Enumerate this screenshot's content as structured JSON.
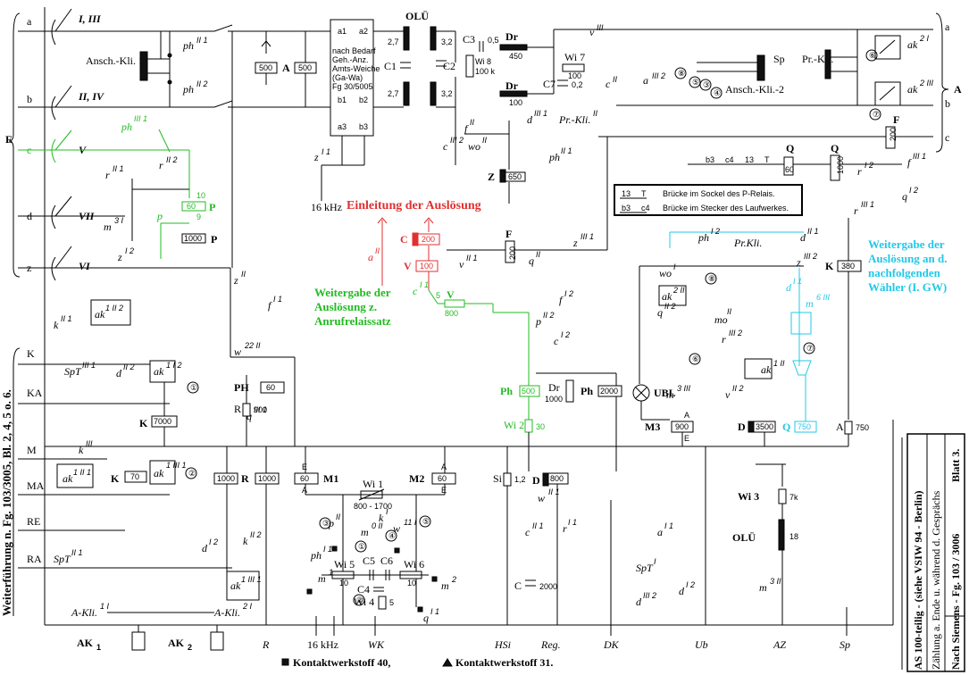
{
  "lines": {
    "left_labels": [
      "a",
      "b",
      "c",
      "d",
      "z"
    ],
    "left_group": "E",
    "right_labels": [
      "a",
      "b",
      "c"
    ],
    "right_group": "A",
    "sub_labels": [
      "K",
      "KA",
      "M",
      "MA",
      "RE",
      "RA"
    ]
  },
  "wipers": [
    "I, III",
    "II, IV",
    "V",
    "VII",
    "VI"
  ],
  "header": {
    "olu": "OLÜ",
    "ansch_kli_1": "Ansch.-Kli. 1",
    "ansch_kli_2": "Ansch.-Kli.-2",
    "pr_kli": "Pr.-Kli.",
    "sp": "Sp",
    "fg_box": [
      "a1",
      "a2",
      "nach Bedarf",
      "Geh.-Anz.",
      "Amts-Weiche",
      "(Ga-Wa)",
      "Fg 30/5005",
      "b1",
      "b2",
      "a3",
      "b3"
    ],
    "sixteen_khz": "16 kHz"
  },
  "components": {
    "A_rel": [
      "500",
      "A",
      "500"
    ],
    "C1": "C1",
    "C2": "C2",
    "C3": "C3",
    "C7": "C7",
    "Dr_450": [
      "Dr",
      "450"
    ],
    "Dr_100": [
      "Dr",
      "100"
    ],
    "Wi7": [
      "Wi 7",
      "100"
    ],
    "Wi8": [
      "Wi 8",
      "100 k"
    ],
    "Z_rel": [
      "Z",
      "650"
    ],
    "Q_rel": [
      "Q",
      "60",
      "Q",
      "1000"
    ],
    "F_rel": [
      "F",
      "200"
    ],
    "F2_rel": [
      "F",
      "200"
    ],
    "P_rel": [
      "60",
      "P",
      "1000",
      "P"
    ],
    "C_red": [
      "C",
      "200"
    ],
    "V_red": [
      "V",
      "100"
    ],
    "V_green": [
      "V",
      "800"
    ],
    "PH_rel": [
      "PH",
      "60"
    ],
    "Ph_green": [
      "Ph",
      "500"
    ],
    "Ph_rel": [
      "Dr",
      "1000",
      "Ph",
      "2000"
    ],
    "K_rel": [
      "K",
      "380"
    ],
    "K7000": [
      "K",
      "7000"
    ],
    "K70": [
      "K",
      "70"
    ],
    "R900": [
      "R",
      "900"
    ],
    "R1000": [
      "1000",
      "R",
      "1000"
    ],
    "M1": [
      "M1",
      "60"
    ],
    "M2": [
      "M2",
      "60"
    ],
    "Wi1": [
      "Wi 1",
      "800 - 1700"
    ],
    "Wi2": [
      "Wi 2",
      "30"
    ],
    "Wi3": [
      "Wi 3",
      "7k"
    ],
    "Wi4": [
      "Wi 4",
      "5"
    ],
    "Wi5": [
      "Wi 5",
      "10"
    ],
    "Wi6": [
      "Wi 6",
      "10"
    ],
    "Si": [
      "Si",
      "1,2"
    ],
    "D800": [
      "D",
      "800"
    ],
    "D3500": [
      "D",
      "3500"
    ],
    "Q750": [
      "Q",
      "750"
    ],
    "A750": [
      "A",
      "750"
    ],
    "M3": [
      "M3",
      "900"
    ],
    "UBL": "UBL",
    "OLU_bot": [
      "OLÜ",
      "18"
    ],
    "C2000": [
      "C",
      "2000"
    ],
    "AK1": "AK",
    "AK2": "AK"
  },
  "annotations": {
    "red_title": "Einleitung der Auslösung",
    "green_title": [
      "Weitergabe der",
      "Auslösung z.",
      "Anrufrelaissatz"
    ],
    "cyan_title": [
      "Weitergabe der",
      "Auslösung an d.",
      "nachfolgenden",
      "Wähler (I. GW)"
    ],
    "legend": [
      [
        "13",
        "T",
        "Brücke im Sockel des P-Relais."
      ],
      [
        "b3",
        "c4",
        "Brücke im Stecker des Laufwerkes."
      ]
    ],
    "bottom_labels": [
      "R",
      "16 kHz",
      "WK",
      "HSi",
      "Reg.",
      "DK",
      "Ub",
      "AZ",
      "Sp"
    ],
    "footer_contacts": [
      "Kontaktwerkstoff 40,",
      "Kontaktwerkstoff 31."
    ],
    "side_text": "Weiterführung n. Fg. 103/3005, Bl. 2, 4, 5 o. 6."
  },
  "title_block": {
    "line1": "AS 100-teilig - (siehe VSIW 94 - Berlin)",
    "line2": "Zählung a. Ende u. während d. Gesprächs",
    "line3": "Nach Siemens - Fg. 103 / 3006",
    "sheet": "Blatt 3."
  },
  "colors": {
    "black": "#000000",
    "green": "#22bb22",
    "red": "#e03030",
    "cyan": "#22c8e8"
  }
}
